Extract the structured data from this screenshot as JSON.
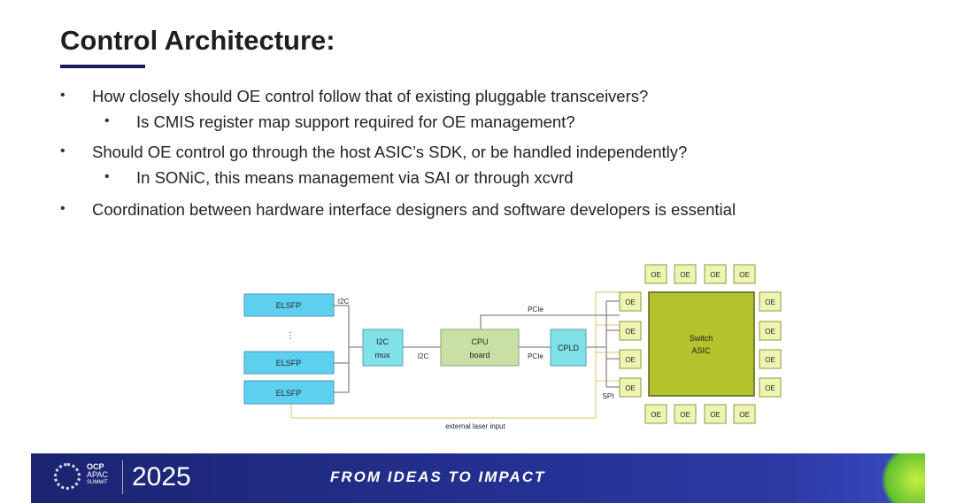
{
  "title": "Control Architecture:",
  "bullets": [
    "How closely should OE control follow that of existing pluggable transceivers?",
    "Is CMIS register map support required for OE management?",
    "Should OE control go through the host ASIC’s SDK, or be handled independently?",
    "In SONiC, this means management via SAI or through xcvrd",
    "Coordination between hardware interface designers and software developers is essential"
  ],
  "bullet_char": "•",
  "diagram": {
    "elsfp": "ELSFP",
    "ellipsis": "⋮",
    "i2c": "I2C",
    "mux_line1": "I2C",
    "mux_line2": "mux",
    "cpu_line1": "CPU",
    "cpu_line2": "board",
    "pcie": "PCIe",
    "cpld": "CPLD",
    "oe": "OE",
    "switch_line1": "Switch",
    "switch_line2": "ASIC",
    "spi": "SPI",
    "laser": "external laser input"
  },
  "footer": {
    "ocp": "OCP",
    "apac": "APAC",
    "summit": "SUMMIT",
    "year": "2025",
    "tagline": "FROM IDEAS TO IMPACT"
  }
}
